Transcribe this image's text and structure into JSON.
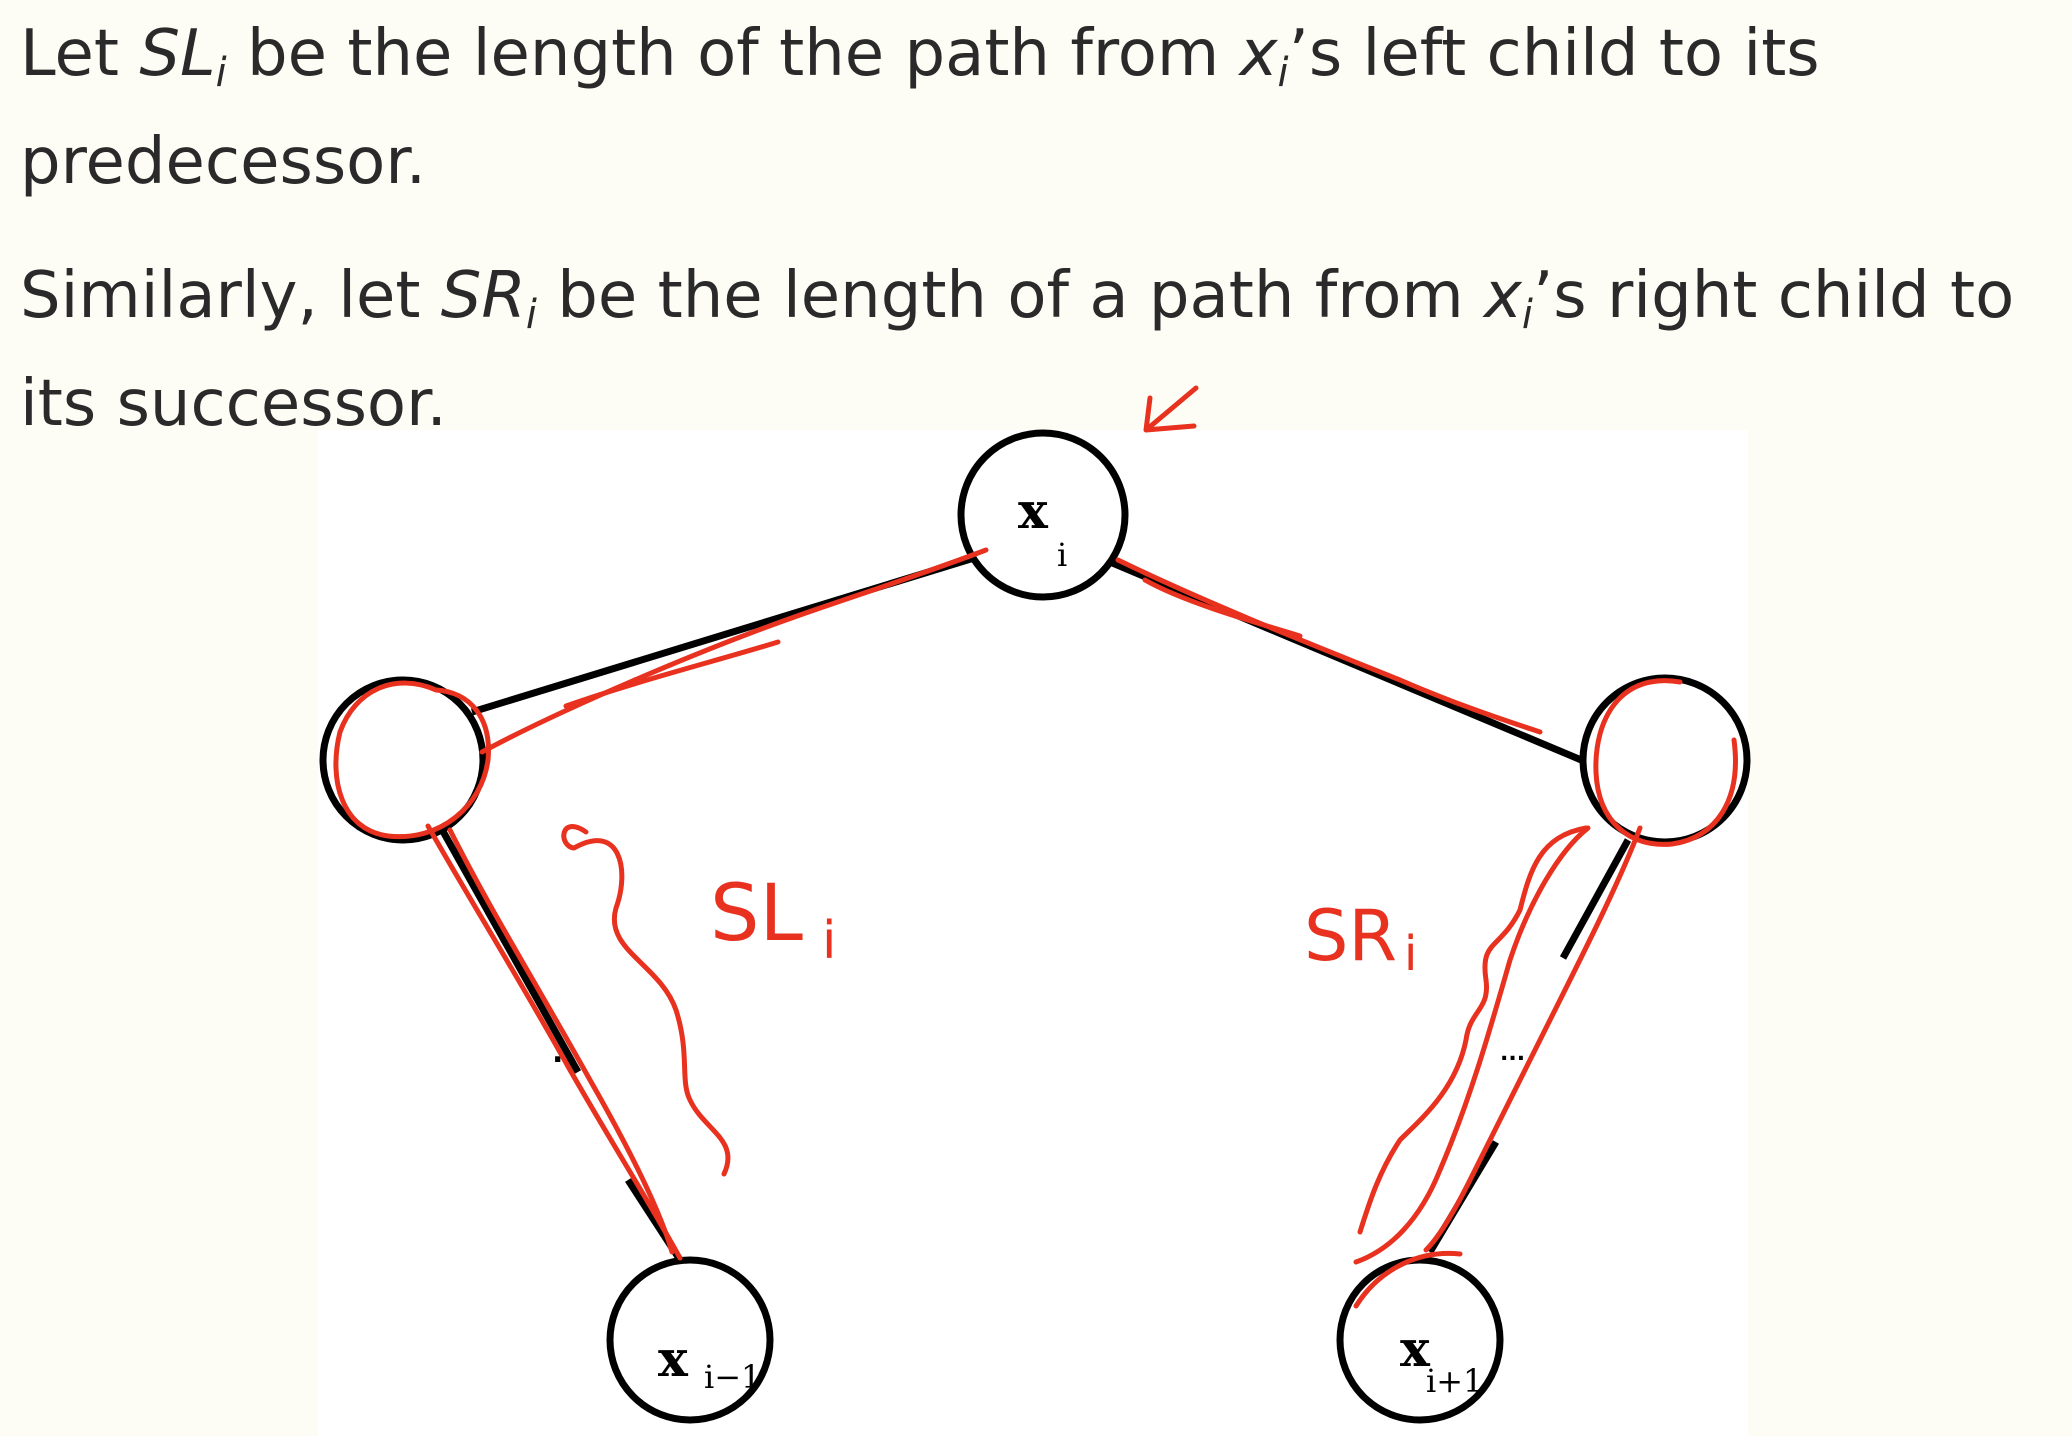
{
  "paragraph1": {
    "p1": "Let ",
    "sl_var": "SL",
    "sl_sub": "i",
    "p2": " be the length of the path from ",
    "x_var": "x",
    "x_sub": "i",
    "p3": "’s left child to its predecessor."
  },
  "paragraph2": {
    "p1": "Similarly, let ",
    "sr_var": "SR",
    "sr_sub": "i",
    "p2": " be the length of a path from ",
    "x_var": "x",
    "x_sub": "i",
    "p3": "’s right child to its successor."
  },
  "diagram": {
    "root": {
      "label": "x",
      "sub": "i"
    },
    "pred": {
      "label": "x",
      "sub": "i−1"
    },
    "succ": {
      "label": "x",
      "sub": "i+1"
    },
    "left_ellipsis": "..",
    "right_ellipsis": "...",
    "annotation_left": {
      "main": "SL",
      "sub": "i"
    },
    "annotation_right": {
      "main": "SR",
      "sub": "i"
    }
  },
  "colors": {
    "ink": "#000000",
    "annotation": "#e8321f",
    "text": "#2a2a2a",
    "background": "#fdfdf6"
  }
}
